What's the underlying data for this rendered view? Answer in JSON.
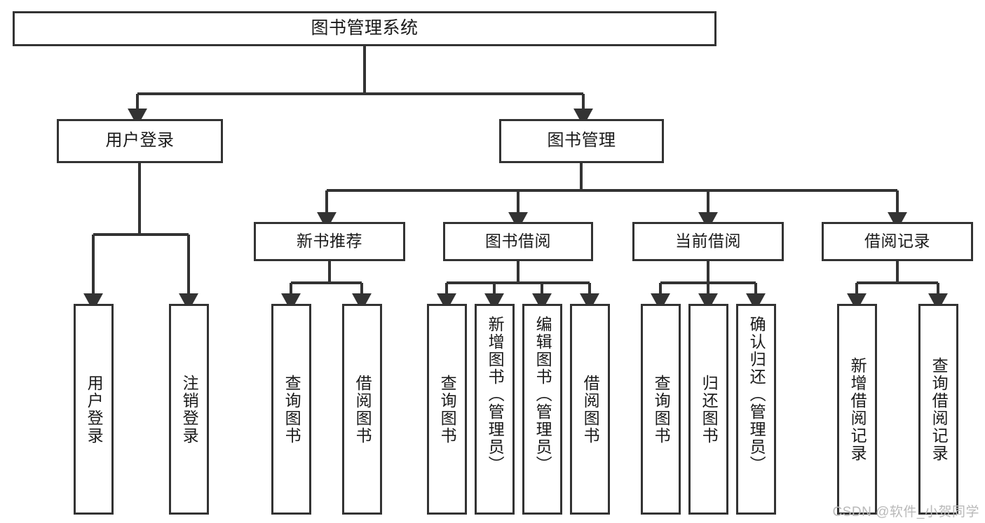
{
  "diagram": {
    "title": "图书管理系统",
    "type": "function-structure-tree",
    "watermark": "CSDN @软件_小贺同学",
    "colors": {
      "stroke": "#333333",
      "fill": "#ffffff",
      "text": "#1a1a1a",
      "watermark": "#b9b9b9"
    },
    "levels": {
      "root": "图书管理系统",
      "level2": [
        "用户登录",
        "图书管理"
      ],
      "level3": [
        "新书推荐",
        "图书借阅",
        "当前借阅",
        "借阅记录"
      ]
    },
    "nodes": {
      "root": {
        "label": "图书管理系统"
      },
      "user_login": {
        "label": "用户登录"
      },
      "book_manage": {
        "label": "图书管理"
      },
      "new_book_rec": {
        "label": "新书推荐"
      },
      "book_borrow": {
        "label": "图书借阅"
      },
      "current_borrow": {
        "label": "当前借阅"
      },
      "borrow_record": {
        "label": "借阅记录"
      },
      "leaf_user_login": {
        "label": "用户登录"
      },
      "leaf_logout": {
        "label": "注销登录"
      },
      "leaf_query_book_1": {
        "label": "查询图书"
      },
      "leaf_borrow_book_1": {
        "label": "借阅图书"
      },
      "leaf_query_book_2": {
        "label": "查询图书"
      },
      "leaf_add_book_admin": {
        "label": "新增图书（管理员）"
      },
      "leaf_edit_book_admin": {
        "label": "编辑图书（管理员）"
      },
      "leaf_borrow_book_2": {
        "label": "借阅图书"
      },
      "leaf_query_book_3": {
        "label": "查询图书"
      },
      "leaf_return_book": {
        "label": "归还图书"
      },
      "leaf_confirm_return_admin": {
        "label": "确认归还（管理员）"
      },
      "leaf_add_borrow_record": {
        "label": "新增借阅记录"
      },
      "leaf_query_borrow_record": {
        "label": "查询借阅记录"
      }
    },
    "edges": [
      {
        "from": "root",
        "to": "user_login"
      },
      {
        "from": "root",
        "to": "book_manage"
      },
      {
        "from": "user_login",
        "to": "leaf_user_login"
      },
      {
        "from": "user_login",
        "to": "leaf_logout"
      },
      {
        "from": "book_manage",
        "to": "new_book_rec"
      },
      {
        "from": "book_manage",
        "to": "book_borrow"
      },
      {
        "from": "book_manage",
        "to": "current_borrow"
      },
      {
        "from": "book_manage",
        "to": "borrow_record"
      },
      {
        "from": "new_book_rec",
        "to": "leaf_query_book_1"
      },
      {
        "from": "new_book_rec",
        "to": "leaf_borrow_book_1"
      },
      {
        "from": "book_borrow",
        "to": "leaf_query_book_2"
      },
      {
        "from": "book_borrow",
        "to": "leaf_add_book_admin"
      },
      {
        "from": "book_borrow",
        "to": "leaf_edit_book_admin"
      },
      {
        "from": "book_borrow",
        "to": "leaf_borrow_book_2"
      },
      {
        "from": "current_borrow",
        "to": "leaf_query_book_3"
      },
      {
        "from": "current_borrow",
        "to": "leaf_return_book"
      },
      {
        "from": "current_borrow",
        "to": "leaf_confirm_return_admin"
      },
      {
        "from": "borrow_record",
        "to": "leaf_add_borrow_record"
      },
      {
        "from": "borrow_record",
        "to": "leaf_query_borrow_record"
      }
    ]
  }
}
